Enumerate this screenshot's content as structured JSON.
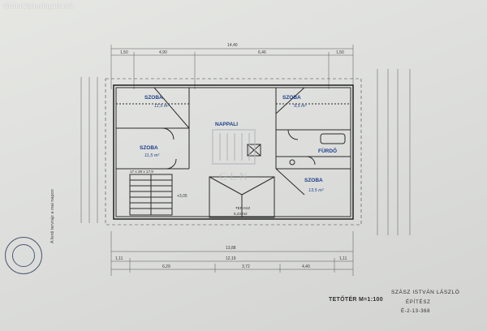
{
  "watermark": "Globaldigitesingatlanok",
  "center_logo": "GLN",
  "rooms": {
    "szoba1": {
      "label": "SZOBA",
      "area": "11,5 m²"
    },
    "szoba2": {
      "label": "SZOBA",
      "area": "9,5 m²"
    },
    "szoba3": {
      "label": "SZOBA",
      "area": "11,5 m²"
    },
    "nappali": {
      "label": "NAPPALI"
    },
    "furdo": {
      "label": "FÜRDŐ"
    },
    "szoba4": {
      "label": "SZOBA",
      "area": "13,5 m²"
    },
    "terasz": {
      "label": "TERASZ",
      "area": "6,23 m2"
    }
  },
  "dimensions": {
    "top_total": "14,40",
    "top_a": "1,50",
    "top_b": "4,90",
    "top_c": "6,46",
    "top_d": "1,50",
    "bottom_total": "13,88",
    "bottom_total2": "12,19",
    "bottom_a": "6,29",
    "bottom_b": "3,72",
    "bottom_c": "4,40",
    "bottom_l": "1,11",
    "bottom_r": "1,11",
    "level": "+3,05",
    "stair": "17 x 28 x 17,9"
  },
  "side_note": "A fenti tervrajz a mai napon",
  "title": {
    "floor": "TETŐTÉR M=1:100",
    "architect": "SZÁSZ ISTVÁN LÁSZLÓ",
    "role": "ÉPÍTÉSZ",
    "reg": "É-2-13-368"
  }
}
